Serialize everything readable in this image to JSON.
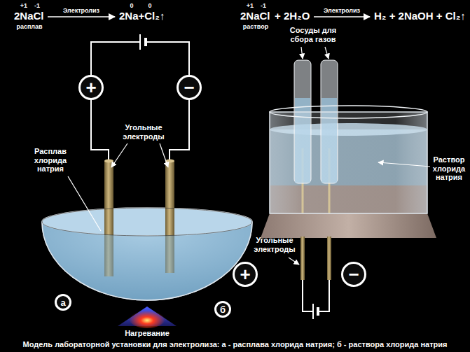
{
  "diagram": {
    "caption": "Модель лабораторной установки для электролиза: а - расплава хлорида натрия; б - раствора хлорида натрия",
    "nodes": [
      {
        "text": [
          "+"
        ]
      },
      {
        "text": [
          "−"
        ]
      },
      {
        "text": [
          "+"
        ]
      },
      {
        "text": [
          "−"
        ]
      },
      {
        "text": [
          "а"
        ]
      },
      {
        "text": [
          "б"
        ]
      }
    ],
    "labels": [
      "+1",
      "-1",
      "2NaCl",
      "расплав",
      "Электролиз",
      "0",
      "0",
      "2Na+Cl₂↑",
      "+1",
      "-1",
      "2NaCl",
      "раствор",
      "+ 2H₂O",
      "Электролиз",
      "H₂ + 2NaOH + Cl₂↑",
      "Угольные электроды",
      "Расплав хлорида натрия",
      "Нагревание",
      "Сосуды для сбора газов",
      "Раствор хлорида натрия",
      "Угольные электроды"
    ]
  }
}
